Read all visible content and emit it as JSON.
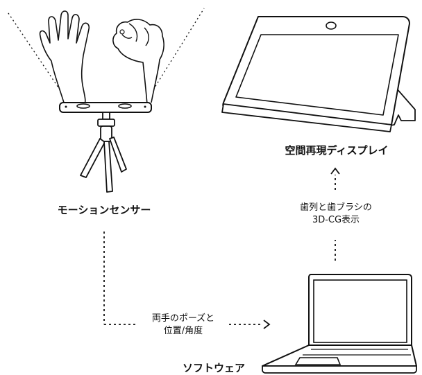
{
  "labels": {
    "motion_sensor": "モーションセンサー",
    "display": "空間再現ディスプレイ",
    "software": "ソフトウェア"
  },
  "flows": {
    "sensor_to_software": [
      "両手のポーズと",
      "位置/角度"
    ],
    "software_to_display": [
      "歯列と歯ブラシの",
      "3D-CG表示"
    ]
  },
  "colors": {
    "stroke": "#111111",
    "background": "#ffffff",
    "screen": "#ffffff"
  }
}
